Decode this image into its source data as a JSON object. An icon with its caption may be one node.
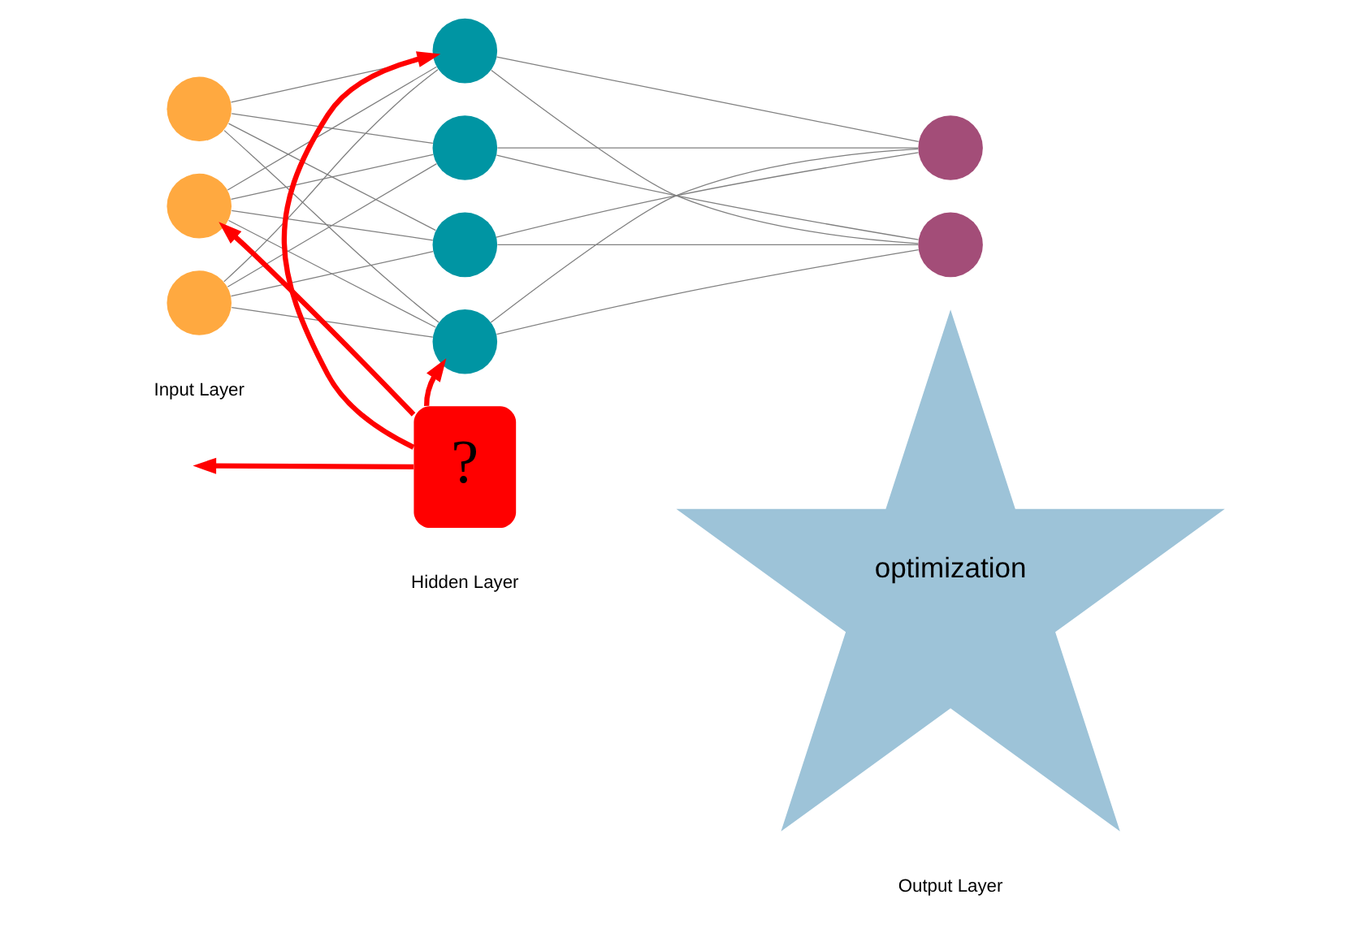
{
  "diagram": {
    "nodes": [
      {
        "text": [],
        "shape": "circle"
      },
      {
        "text": [],
        "shape": "circle"
      },
      {
        "text": [],
        "shape": "circle"
      },
      {
        "text": [],
        "shape": "circle"
      },
      {
        "text": [],
        "shape": "circle"
      },
      {
        "text": [],
        "shape": "circle"
      },
      {
        "text": [],
        "shape": "circle"
      },
      {
        "text": [
          "?"
        ]
      },
      {
        "text": [],
        "shape": "circle"
      },
      {
        "text": [],
        "shape": "circle"
      },
      {
        "text": [
          "optimization"
        ]
      }
    ],
    "edges": [
      {
        "from": 0,
        "to": 3,
        "arrow": "none"
      },
      {
        "from": 0,
        "to": 4,
        "arrow": "none"
      },
      {
        "from": 0,
        "to": 5,
        "arrow": "none"
      },
      {
        "from": 0,
        "to": 6,
        "arrow": "none"
      },
      {
        "from": 1,
        "to": 3,
        "arrow": "none"
      },
      {
        "from": 1,
        "to": 4,
        "arrow": "none"
      },
      {
        "from": 1,
        "to": 5,
        "arrow": "none"
      },
      {
        "from": 1,
        "to": 6,
        "arrow": "none"
      },
      {
        "from": 2,
        "to": 3,
        "arrow": "none"
      },
      {
        "from": 2,
        "to": 4,
        "arrow": "none"
      },
      {
        "from": 2,
        "to": 5,
        "arrow": "none"
      },
      {
        "from": 2,
        "to": 6,
        "arrow": "none"
      },
      {
        "from": 3,
        "to": 8,
        "arrow": "none"
      },
      {
        "from": 3,
        "to": 9,
        "arrow": "none"
      },
      {
        "from": 4,
        "to": 8,
        "arrow": "none"
      },
      {
        "from": 4,
        "to": 9,
        "arrow": "none"
      },
      {
        "from": 5,
        "to": 8,
        "arrow": "none"
      },
      {
        "from": 5,
        "to": 9,
        "arrow": "none"
      },
      {
        "from": 6,
        "to": 8,
        "arrow": "none"
      },
      {
        "from": 6,
        "to": 9,
        "arrow": "none"
      },
      {
        "from": 7,
        "to": 3,
        "arrow": "to",
        "style": "thick",
        "color": "#ff0000"
      },
      {
        "from": 7,
        "to": 6,
        "arrow": "to",
        "style": "thick",
        "color": "#ff0000"
      },
      {
        "from": 7,
        "to": 1,
        "arrow": "to",
        "style": "thick",
        "color": "#ff0000"
      },
      {
        "from": 7,
        "to": null,
        "arrow": "to",
        "style": "thick",
        "color": "#ff0000"
      }
    ],
    "labels": [
      "Input Layer",
      "Hidden Layer",
      "Output Layer"
    ]
  }
}
